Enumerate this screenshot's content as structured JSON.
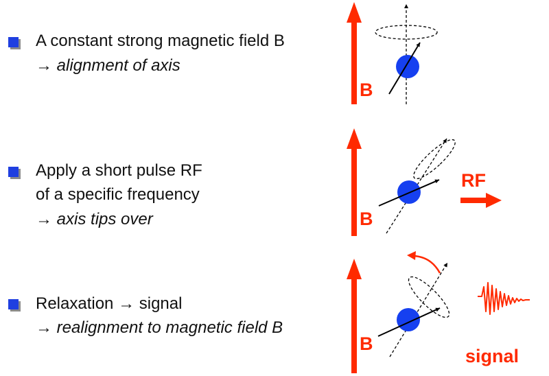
{
  "items": [
    {
      "line1": "A constant strong magnetic field B",
      "line2_arrow": "→",
      "line2": "alignment of axis"
    },
    {
      "line1": "Apply a short pulse RF",
      "line2": "of a specific frequency",
      "line3_arrow": "→",
      "line3": "axis tips over"
    },
    {
      "line1": "Relaxation → signal",
      "line2_arrow": "→",
      "line2": "realignment to magnetic field B"
    }
  ],
  "labels": {
    "field": "B",
    "rf": "RF",
    "signal": "signal"
  },
  "colors": {
    "bullet": "#1f3fe0",
    "red": "#ff2a00",
    "proton": "#1640f0"
  },
  "icons": [
    "field-arrow-icon",
    "proton-icon",
    "rf-arrow-icon",
    "signal-wave-icon",
    "rotation-arrow-icon"
  ]
}
